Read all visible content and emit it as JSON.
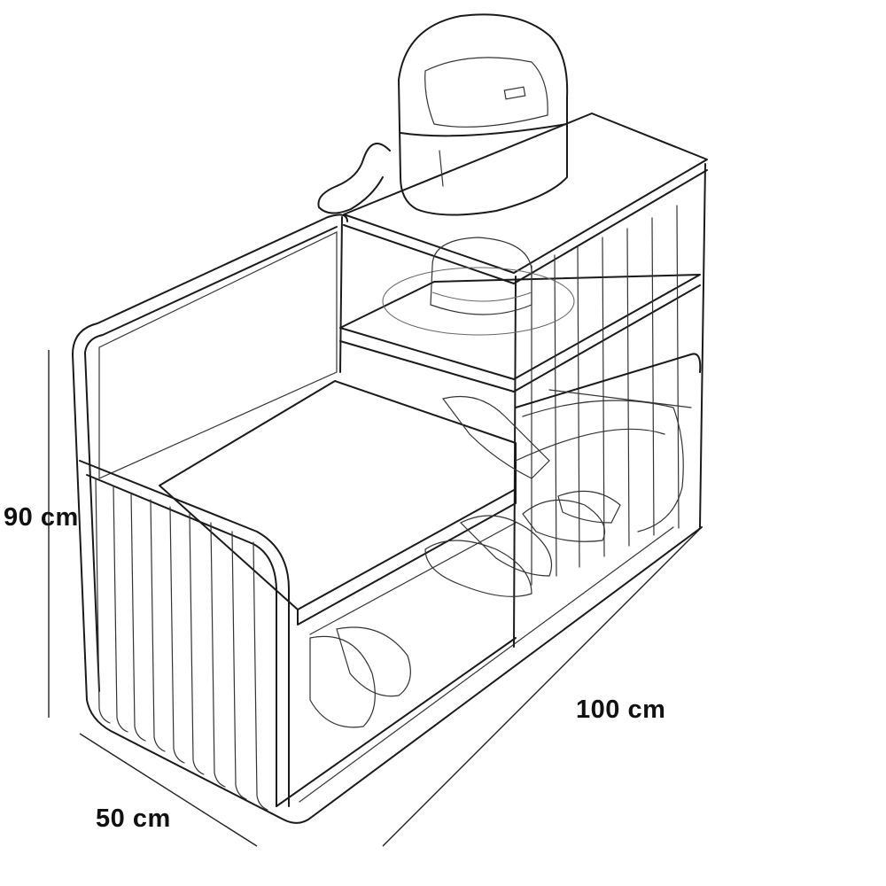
{
  "figure": {
    "dimensions": {
      "height": "90 cm",
      "length": "100 cm",
      "depth": "50 cm"
    },
    "objects": [
      "backpack-icon",
      "hat-icon",
      "shoes-icon",
      "bench-frame"
    ]
  }
}
